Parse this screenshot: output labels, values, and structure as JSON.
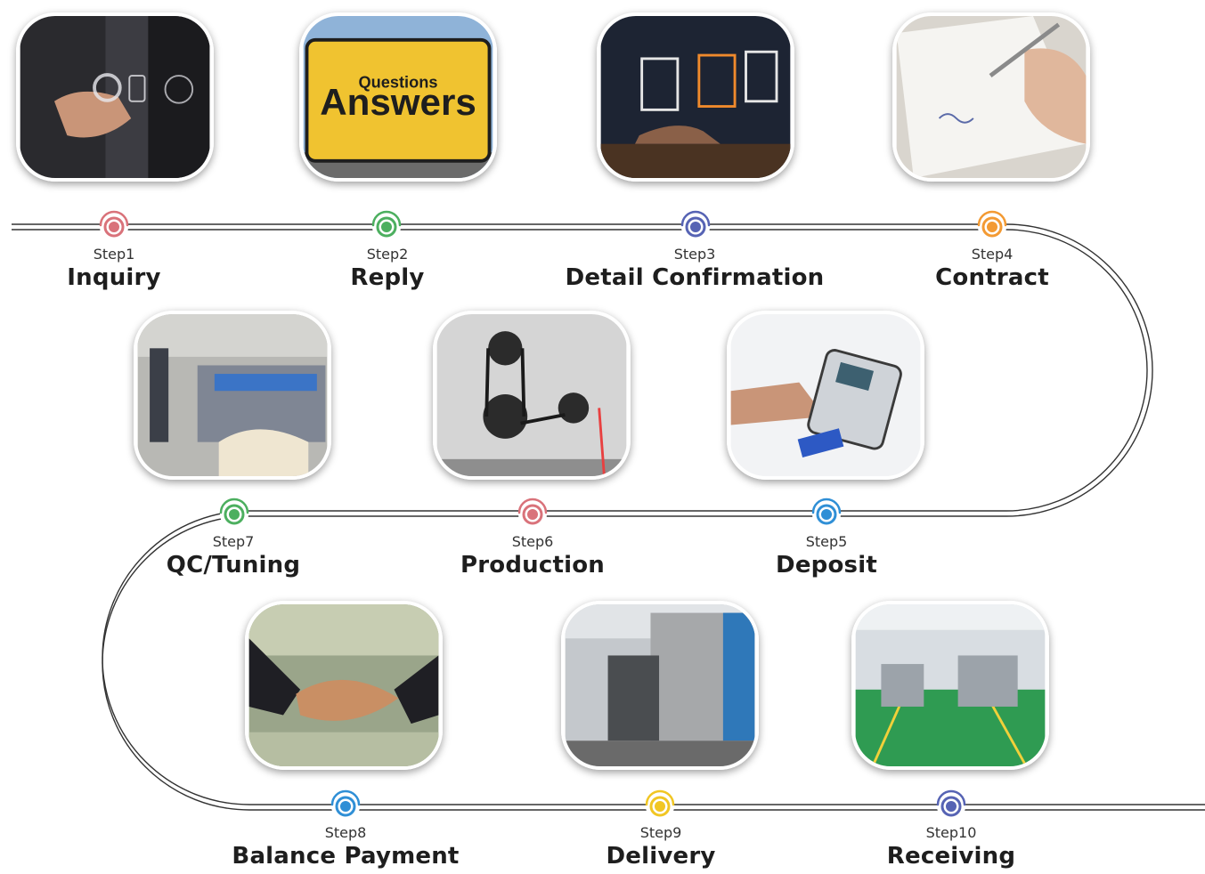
{
  "steps": [
    {
      "label": "Step1",
      "title": "Inquiry",
      "color": "#d9727a",
      "image": "touchscreen-contact-icons"
    },
    {
      "label": "Step2",
      "title": "Reply",
      "color": "#4caf5f",
      "image": "questions-answers-sign",
      "sign_small": "Questions",
      "sign_big": "Answers"
    },
    {
      "label": "Step3",
      "title": "Detail Confirmation",
      "color": "#5663b4",
      "image": "digital-documents"
    },
    {
      "label": "Step4",
      "title": "Contract",
      "color": "#f39a33",
      "image": "signing-contract"
    },
    {
      "label": "Step5",
      "title": "Deposit",
      "color": "#2f8fd6",
      "image": "card-payment-terminal"
    },
    {
      "label": "Step6",
      "title": "Production",
      "color": "#d9727a",
      "image": "machine-belts"
    },
    {
      "label": "Step7",
      "title": "QC/Tuning",
      "color": "#4caf5f",
      "image": "factory-testing"
    },
    {
      "label": "Step8",
      "title": "Balance Payment",
      "color": "#2f8fd6",
      "image": "handshake-money"
    },
    {
      "label": "Step9",
      "title": "Delivery",
      "color": "#f1c623",
      "image": "forklift-container"
    },
    {
      "label": "Step10",
      "title": "Receiving",
      "color": "#5663b4",
      "image": "factory-floor"
    }
  ]
}
